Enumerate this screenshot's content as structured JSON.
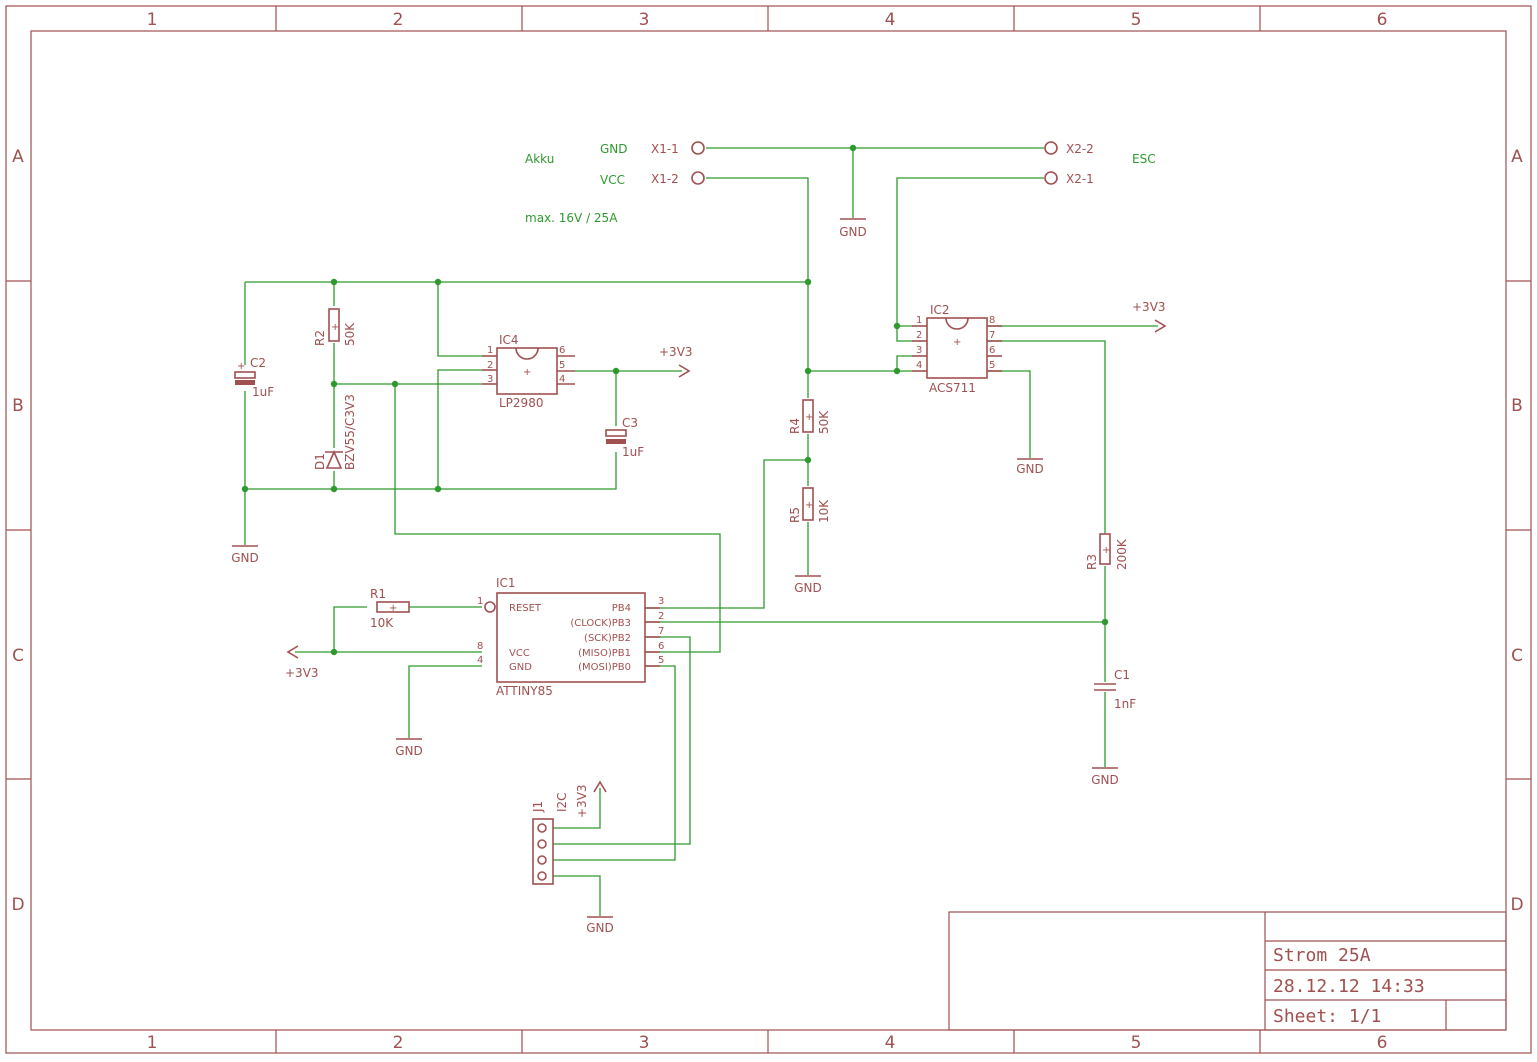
{
  "frame": {
    "columns": [
      "1",
      "2",
      "3",
      "4",
      "5",
      "6"
    ],
    "rows": [
      "A",
      "B",
      "C",
      "D"
    ]
  },
  "title_block": {
    "title": "Strom 25A",
    "date": "28.12.12 14:33",
    "sheet": "Sheet: 1/1"
  },
  "notes": {
    "akku": "Akku",
    "esc": "ESC",
    "gnd": "GND",
    "vcc": "VCC",
    "rating": "max. 16V / 25A"
  },
  "connectors": {
    "x1_1": "X1-1",
    "x1_2": "X1-2",
    "x2_2": "X2-2",
    "x2_1": "X2-1",
    "j1_name": "J1",
    "j1_value": "I2C"
  },
  "supplies": {
    "gnd": "GND",
    "v33": "+3V3"
  },
  "components": {
    "R1": {
      "name": "R1",
      "value": "10K"
    },
    "R2": {
      "name": "R2",
      "value": "50K"
    },
    "R3": {
      "name": "R3",
      "value": "200K"
    },
    "R4": {
      "name": "R4",
      "value": "50K"
    },
    "R5": {
      "name": "R5",
      "value": "10K"
    },
    "C1": {
      "name": "C1",
      "value": "1nF"
    },
    "C2": {
      "name": "C2",
      "value": "1uF"
    },
    "C3": {
      "name": "C3",
      "value": "1uF"
    },
    "D1": {
      "name": "D1",
      "value": "BZV55/C3V3"
    },
    "IC1": {
      "name": "IC1",
      "value": "ATTINY85",
      "pins_left": [
        "RESET",
        "VCC",
        "GND"
      ],
      "pins_right": [
        "PB4",
        "(CLOCK)PB3",
        "(SCK)PB2",
        "(MISO)PB1",
        "(MOSI)PB0"
      ],
      "pin_numbers_left": [
        "1",
        "8",
        "4"
      ],
      "pin_numbers_right": [
        "3",
        "2",
        "7",
        "6",
        "5"
      ]
    },
    "IC2": {
      "name": "IC2",
      "value": "ACS711",
      "pin_numbers": [
        "1",
        "2",
        "3",
        "4",
        "8",
        "7",
        "6",
        "5"
      ]
    },
    "IC4": {
      "name": "IC4",
      "value": "LP2980",
      "pin_numbers": [
        "1",
        "2",
        "3",
        "6",
        "5",
        "4"
      ]
    }
  }
}
